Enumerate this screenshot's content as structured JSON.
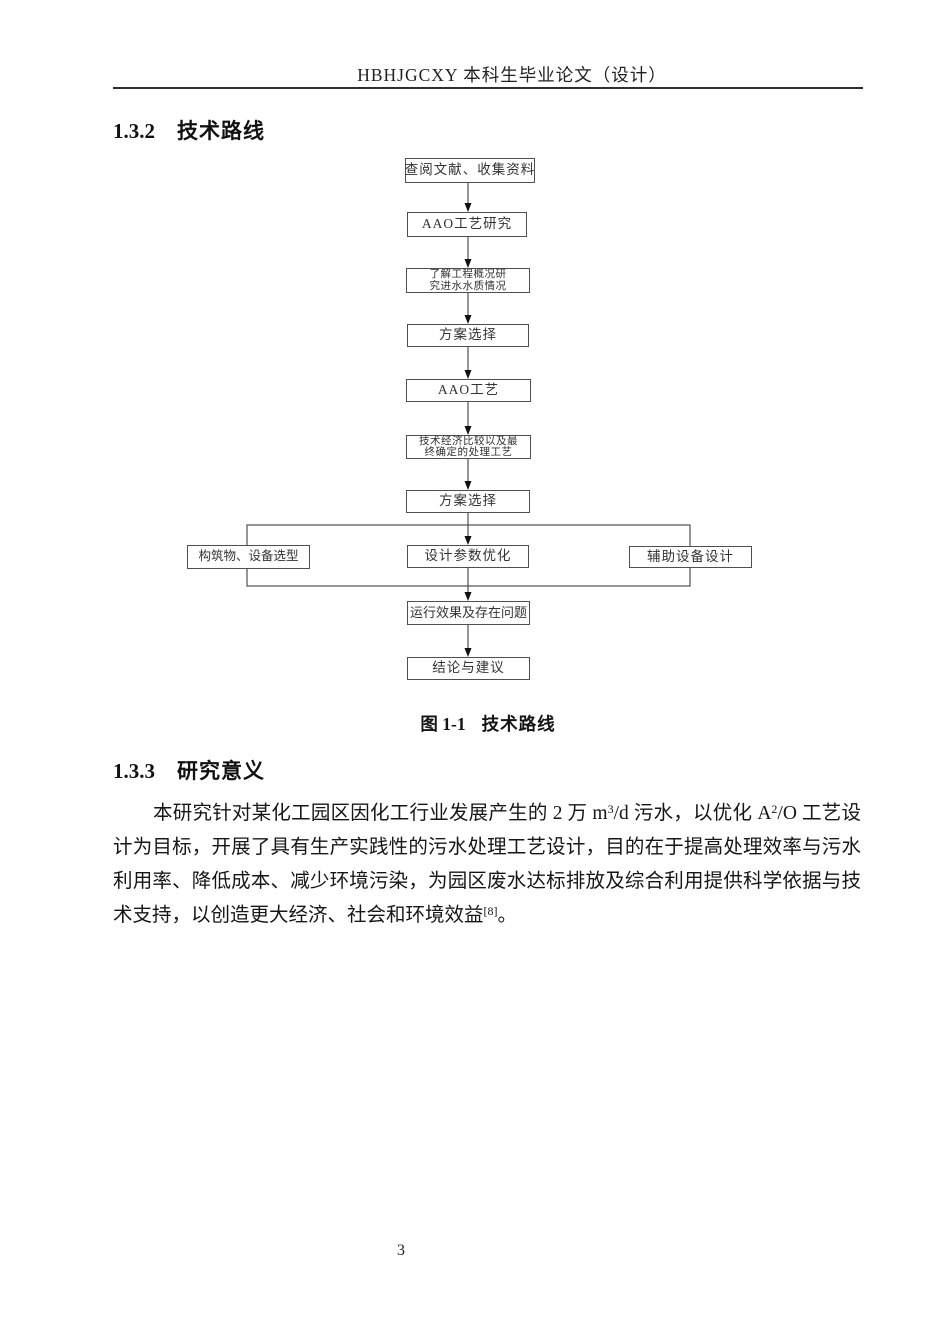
{
  "header": {
    "title": "HBHJGCXY 本科生毕业论文（设计）"
  },
  "sections": {
    "s132": {
      "number": "1.3.2",
      "title": "技术路线"
    },
    "s133": {
      "number": "1.3.3",
      "title": "研究意义"
    }
  },
  "figure": {
    "caption_prefix": "图 1-1",
    "caption_title": "技术路线",
    "nodes": [
      {
        "label": "查阅文献、收集资料"
      },
      {
        "label": "AAO工艺研究"
      },
      {
        "label": "了解工程概况研究进水水质情况",
        "lines": [
          "了解工程概况研",
          "究进水水质情况"
        ]
      },
      {
        "label": "方案选择"
      },
      {
        "label": "AAO工艺"
      },
      {
        "label": "技术经济比较以及最终确定的处理工艺",
        "lines": [
          "技术经济比较以及最",
          "终确定的处理工艺"
        ]
      },
      {
        "label": "方案选择"
      },
      {
        "label": "设计参数优化"
      },
      {
        "label": "构筑物、设备选型"
      },
      {
        "label": "辅助设备设计"
      },
      {
        "label": "运行效果及存在问题"
      },
      {
        "label": "结论与建议"
      }
    ]
  },
  "paragraph": {
    "p1": "本研究针对某化工园区因化工行业发展产生的 2 万 m",
    "p1sup": "3",
    "p2": "/d 污水，以优化 A",
    "p2sup": "2",
    "p3": "/O 工艺设计为目标，开展了具有生产实践性的污水处理工艺设计，目的在于提高处理效率与污水利用率、降低成本、减少环境污染，为园区废水达标排放及综合利用提供科学依据与技术支持，以创造更大经济、社会和环境效益",
    "p3sup": "[8]",
    "p4": "。"
  },
  "page": {
    "number": "3"
  }
}
